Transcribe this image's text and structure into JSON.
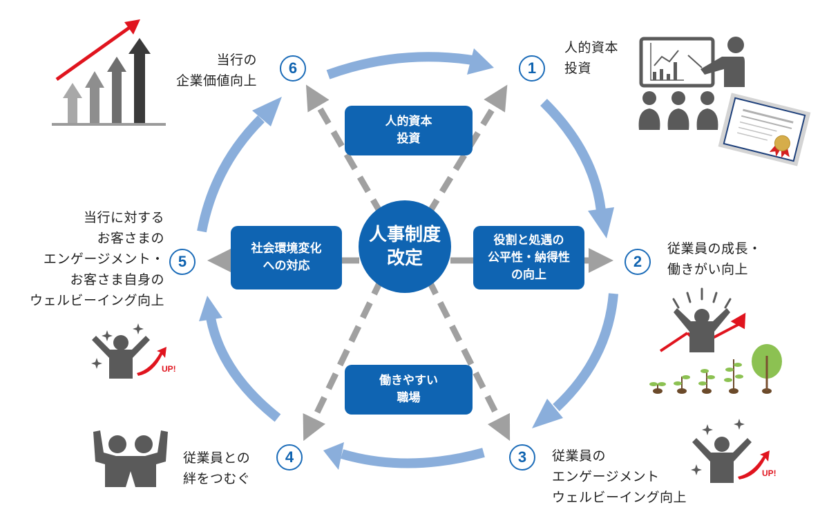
{
  "diagram": {
    "type": "cycle",
    "colors": {
      "primary_blue": "#0f64b2",
      "cycle_arrow": "#8aaedb",
      "dashed_arrow": "#a0a0a0",
      "icon_gray": "#5a5a5a",
      "accent_red": "#e0141e",
      "leaf_green": "#8cc152",
      "text": "#1e1e1e"
    },
    "center": {
      "lines": [
        "人事制度",
        "改定"
      ]
    },
    "pillars": [
      {
        "id": "top",
        "lines": [
          "人的資本",
          "投資"
        ]
      },
      {
        "id": "left",
        "lines": [
          "社会環境変化",
          "への対応"
        ]
      },
      {
        "id": "right",
        "lines": [
          "役割と処遇の",
          "公平性・納得性",
          "の向上"
        ]
      },
      {
        "id": "bottom",
        "lines": [
          "働きやすい",
          "職場"
        ]
      }
    ],
    "steps": [
      {
        "number": "1",
        "lines": [
          "人的資本",
          "投資"
        ],
        "icon": "presentation-training-icon"
      },
      {
        "number": "2",
        "lines": [
          "従業員の成長・",
          "働きがい向上"
        ],
        "icon": "growth-person-plants-icon"
      },
      {
        "number": "3",
        "lines": [
          "従業員の",
          "エンゲージメント",
          "ウェルビーイング向上"
        ],
        "icon": "cheering-person-up-icon",
        "badge_text": "UP!"
      },
      {
        "number": "4",
        "lines": [
          "従業員との",
          "絆をつむぐ"
        ],
        "icon": "two-people-bond-icon"
      },
      {
        "number": "5",
        "lines": [
          "当行に対する",
          "お客さまの",
          "エンゲージメント・",
          "お客さま自身の",
          "ウェルビーイング向上"
        ],
        "icon": "cheering-person-up-icon",
        "badge_text": "UP!"
      },
      {
        "number": "6",
        "lines": [
          "当行の",
          "企業価値向上"
        ],
        "icon": "rising-bar-chart-icon"
      }
    ],
    "cycle_order": [
      "1",
      "2",
      "3",
      "4",
      "5",
      "6",
      "1"
    ]
  }
}
